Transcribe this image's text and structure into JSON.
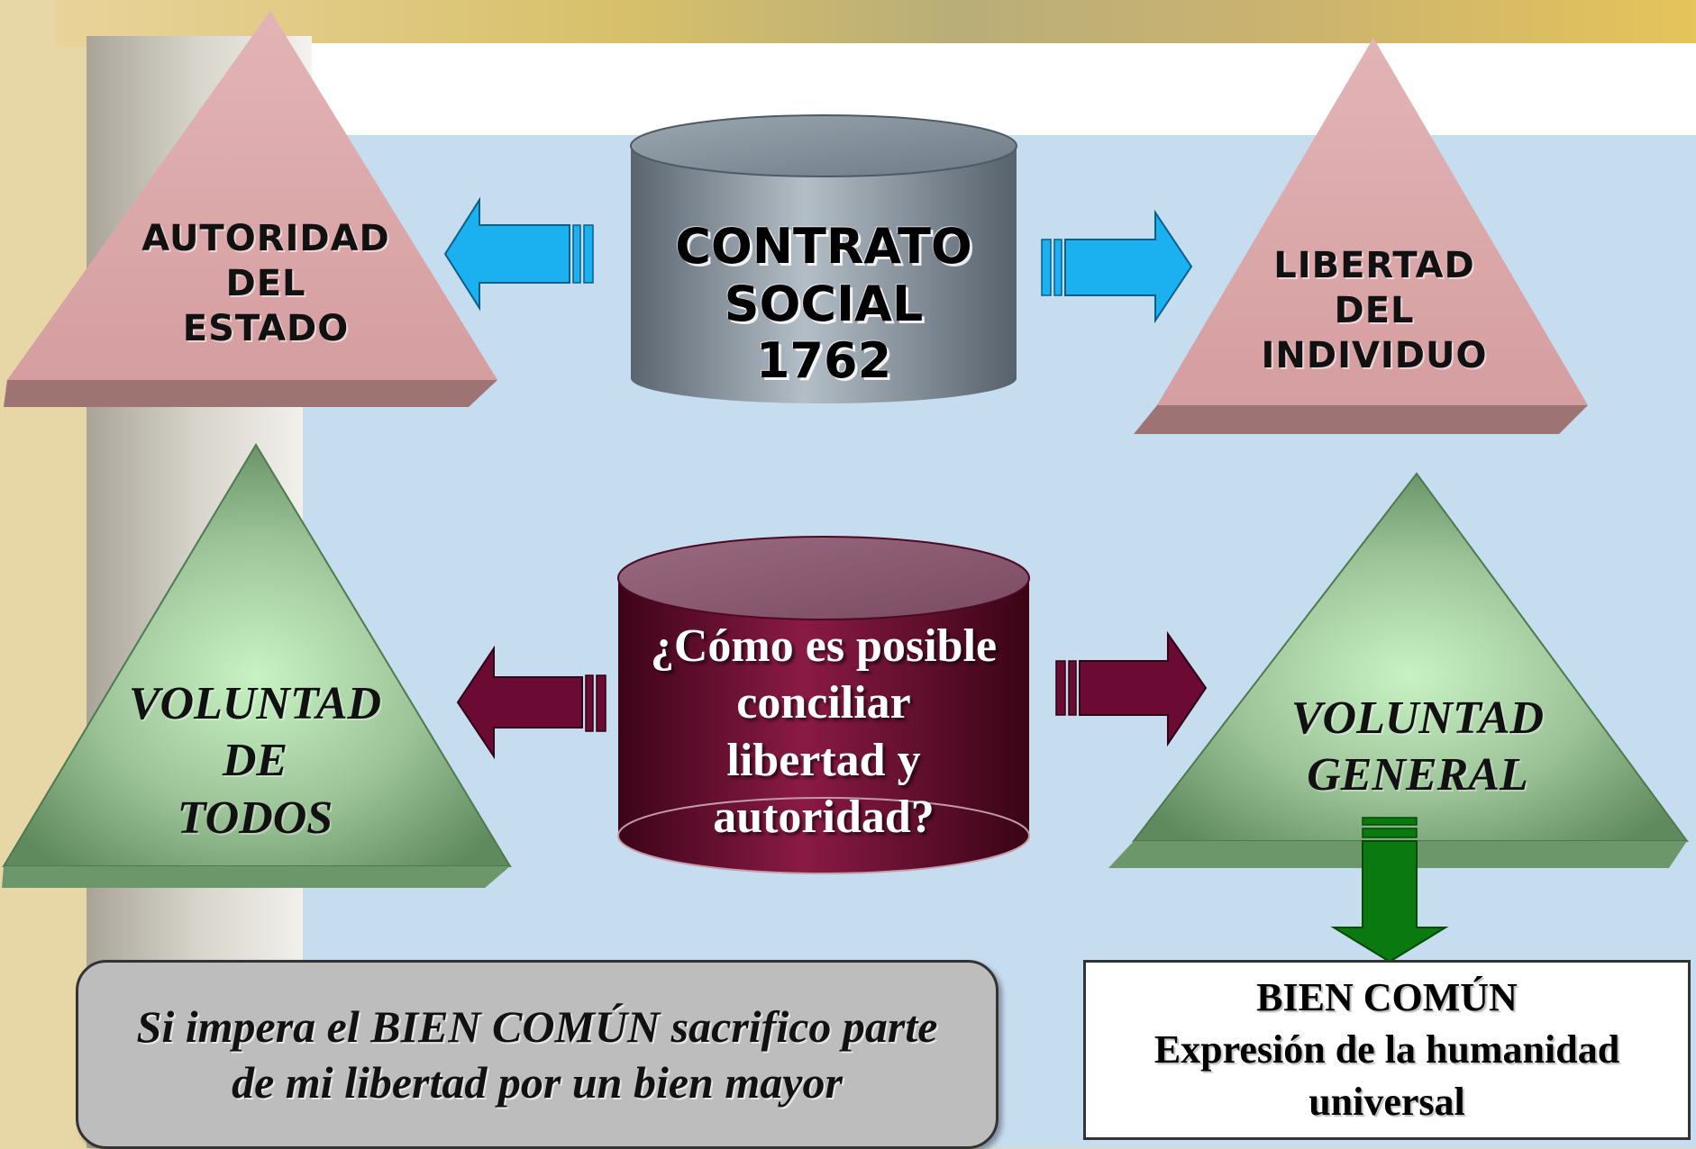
{
  "diagram": {
    "top_row": {
      "left_triangle": [
        "AUTORIDAD",
        "DEL",
        "ESTADO"
      ],
      "center_cylinder": [
        "CONTRATO",
        "SOCIAL",
        "1762"
      ],
      "right_triangle": [
        "LIBERTAD",
        "DEL",
        "INDIVIDUO"
      ]
    },
    "middle_row": {
      "left_triangle": [
        "VOLUNTAD",
        "DE",
        "TODOS"
      ],
      "center_cylinder": [
        "¿Cómo es posible",
        "conciliar",
        "libertad y",
        "autoridad?"
      ],
      "right_triangle": [
        "VOLUNTAD",
        "GENERAL"
      ]
    },
    "bottom_left_note": [
      "Si impera el BIEN COMÚN sacrifico parte",
      "de mi libertad por un bien mayor"
    ],
    "bottom_right_box": [
      "BIEN COMÚN",
      "Expresión de la humanidad",
      "universal"
    ]
  },
  "colors": {
    "page_background": "#e8d7a6",
    "panel_blue": "#c6dcef",
    "pink_triangle": "#d9a8aa",
    "green_triangle": "#8fb48c",
    "grey_cylinder": "#7c8a96",
    "maroon_cylinder": "#6a0f33",
    "blue_arrow": "#1bb0f0",
    "maroon_arrow": "#6b0a32",
    "green_arrow": "#0a7a10",
    "note_box": "#bdbdbd"
  }
}
